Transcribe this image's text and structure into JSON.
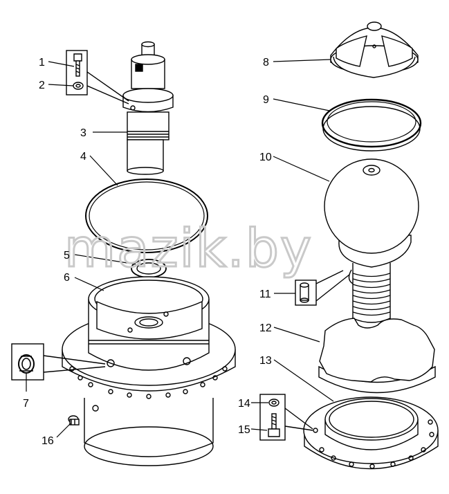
{
  "diagram": {
    "watermark": "mazik.by",
    "callouts": [
      "1",
      "2",
      "3",
      "4",
      "5",
      "6",
      "7",
      "8",
      "9",
      "10",
      "11",
      "12",
      "13",
      "14",
      "15",
      "16"
    ]
  }
}
